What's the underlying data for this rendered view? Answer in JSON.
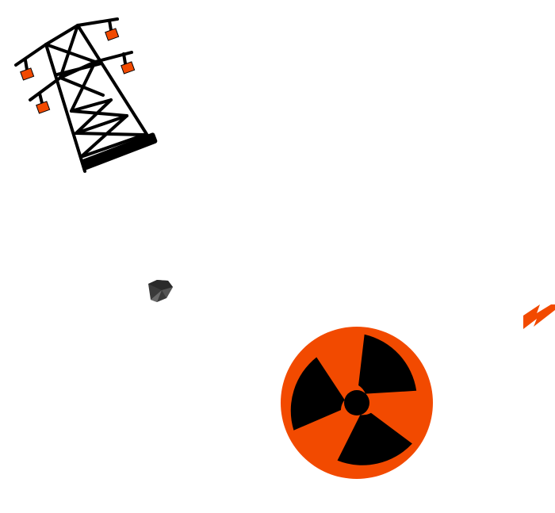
{
  "scene": {
    "background_color": "#ffffff",
    "items": [
      {
        "name": "power-transmission-tower",
        "icon": "pylon-icon",
        "colors": {
          "frame": "#000000",
          "insulators": "#f24a00"
        }
      },
      {
        "name": "coal-lump",
        "icon": "coal-icon",
        "colors": {
          "fill": "#3a3a3a"
        }
      },
      {
        "name": "lightning-bolt",
        "icon": "lightning-icon",
        "colors": {
          "fill": "#f24a00"
        }
      },
      {
        "name": "radiation-symbol",
        "icon": "radiation-icon",
        "colors": {
          "background": "#f24a00",
          "blades": "#000000"
        }
      }
    ]
  }
}
